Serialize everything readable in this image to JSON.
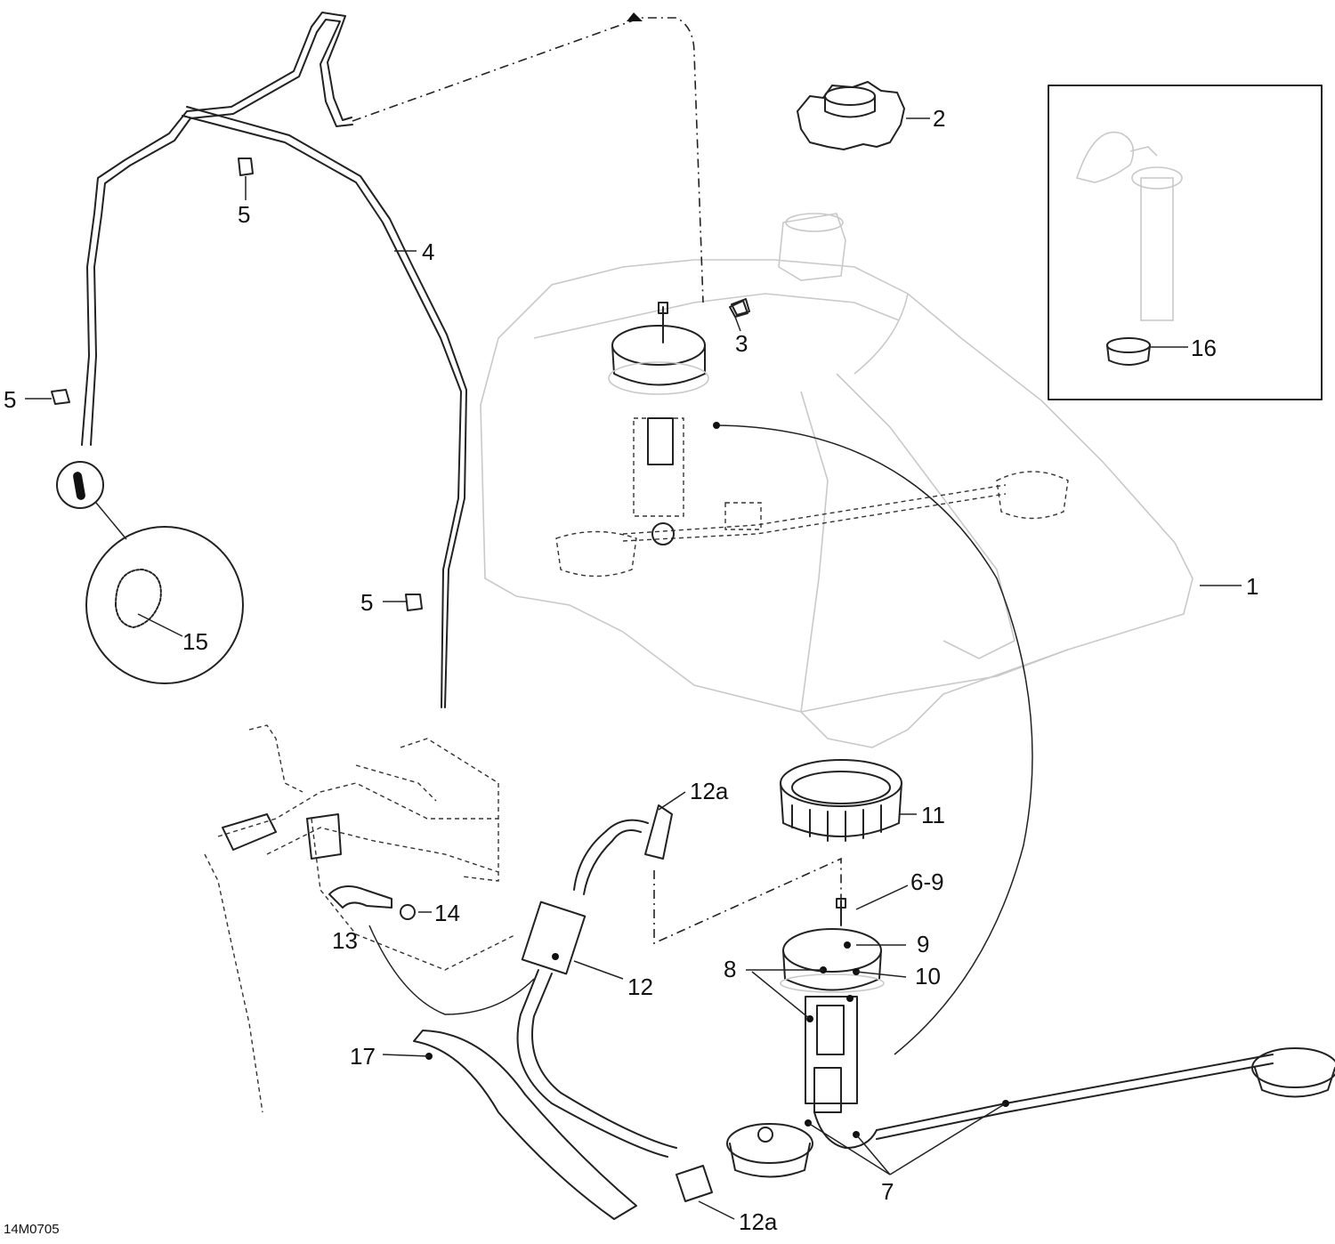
{
  "diagram_code": "14M0705",
  "callouts": {
    "c1": "1",
    "c2": "2",
    "c3": "3",
    "c4": "4",
    "c5a": "5",
    "c5b": "5",
    "c5c": "5",
    "c6_9": "6-9",
    "c7": "7",
    "c8": "8",
    "c9": "9",
    "c10": "10",
    "c11": "11",
    "c12": "12",
    "c12a_top": "12a",
    "c12a_bottom": "12a",
    "c13": "13",
    "c14": "14",
    "c15": "15",
    "c16": "16",
    "c17": "17"
  }
}
